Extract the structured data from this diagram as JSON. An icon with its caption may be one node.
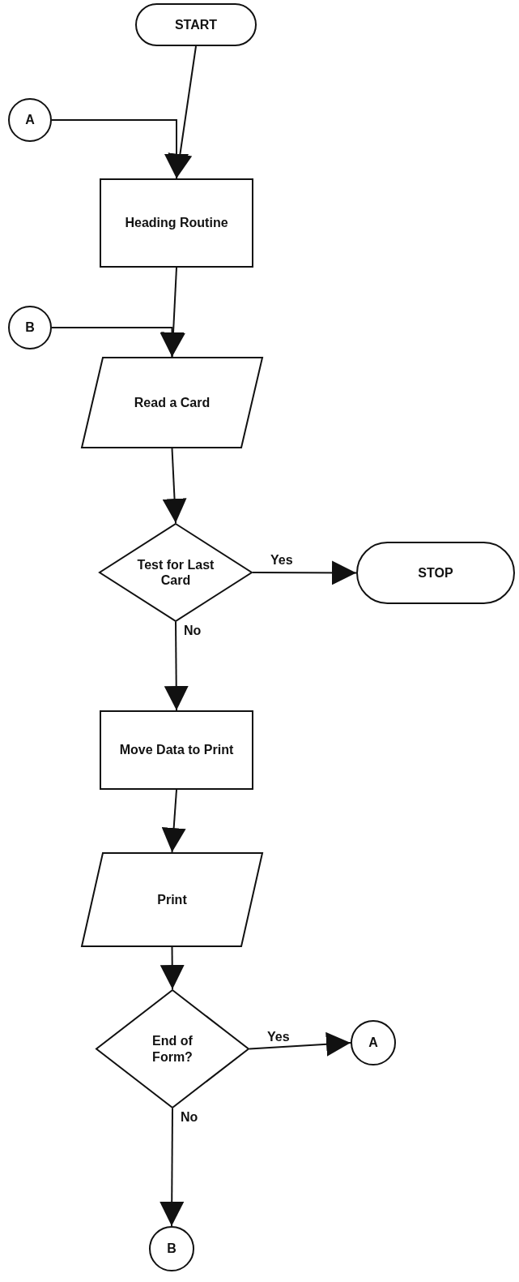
{
  "diagram": {
    "nodes": [
      {
        "text": [
          "START"
        ]
      },
      {
        "text": [
          "A"
        ]
      },
      {
        "text": [
          "Heading Routine"
        ]
      },
      {
        "text": [
          "B"
        ]
      },
      {
        "text": [
          "Read a Card"
        ]
      },
      {
        "text": [
          "Test for Last Card"
        ]
      },
      {
        "text": [
          "STOP"
        ]
      },
      {
        "text": [
          "Move Data to Print"
        ]
      },
      {
        "text": [
          "Print"
        ]
      },
      {
        "text": [
          "End of Form?"
        ]
      },
      {
        "text": [
          "A"
        ]
      },
      {
        "text": [
          "B"
        ]
      }
    ],
    "edges": [
      {
        "from": 0,
        "to": 2,
        "arrow": "to"
      },
      {
        "from": 1,
        "to": 2,
        "arrow": "to"
      },
      {
        "from": 2,
        "to": 4,
        "arrow": "to"
      },
      {
        "from": 3,
        "to": 4,
        "arrow": "to"
      },
      {
        "from": 4,
        "to": 5,
        "arrow": "to"
      },
      {
        "from": 5,
        "to": 6,
        "arrow": "to",
        "label": "Yes"
      },
      {
        "from": 5,
        "to": 7,
        "arrow": "to",
        "label": "No"
      },
      {
        "from": 7,
        "to": 8,
        "arrow": "to"
      },
      {
        "from": 8,
        "to": 9,
        "arrow": "to"
      },
      {
        "from": 9,
        "to": 10,
        "arrow": "to",
        "label": "Yes"
      },
      {
        "from": 9,
        "to": 11,
        "arrow": "to",
        "label": "No"
      }
    ]
  }
}
